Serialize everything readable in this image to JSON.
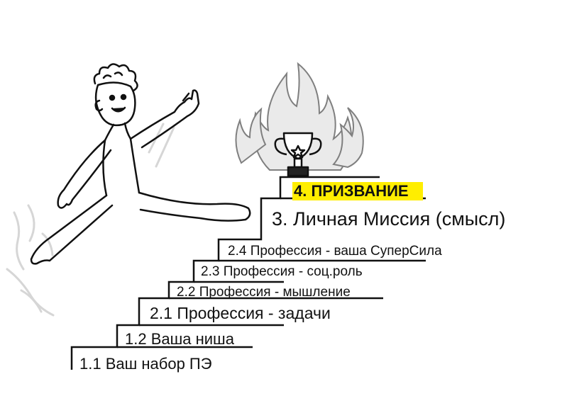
{
  "steps": {
    "s1_1": "1.1 Ваш набор ПЭ",
    "s1_2": "1.2 Ваша ниша",
    "s2_1": "2.1 Профессия - задачи",
    "s2_2": "2.2 Профессия - мышление",
    "s2_3": "2.3 Профессия - соц.роль",
    "s2_4": "2.4 Профессия - ваша СуперСила",
    "s3": "3. Личная Миссия (смысл)",
    "s4": "4. ПРИЗВАНИЕ"
  },
  "colors": {
    "highlight": "#ffee00",
    "line": "#111111"
  },
  "icons": [
    "running-man-icon",
    "trophy-icon",
    "flame-icon",
    "motion-lines-icon"
  ]
}
